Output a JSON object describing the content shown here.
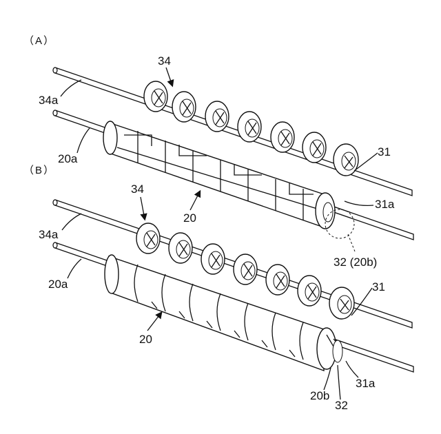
{
  "figure": {
    "panel_a": {
      "label": "（A）",
      "callouts": {
        "pulley_assembly": "34",
        "upper_shaft": "34a",
        "lower_shaft": "20a",
        "roller_unit": "20",
        "end_part": "31",
        "end_part_a": "31a",
        "joint": "32 (20b)"
      }
    },
    "panel_b": {
      "label": "（B）",
      "callouts": {
        "pulley_assembly": "34",
        "upper_shaft": "34a",
        "lower_shaft": "20a",
        "roller_unit": "20",
        "end_part": "31",
        "end_part_a": "31a",
        "side_b": "20b",
        "joint": "32"
      }
    }
  }
}
